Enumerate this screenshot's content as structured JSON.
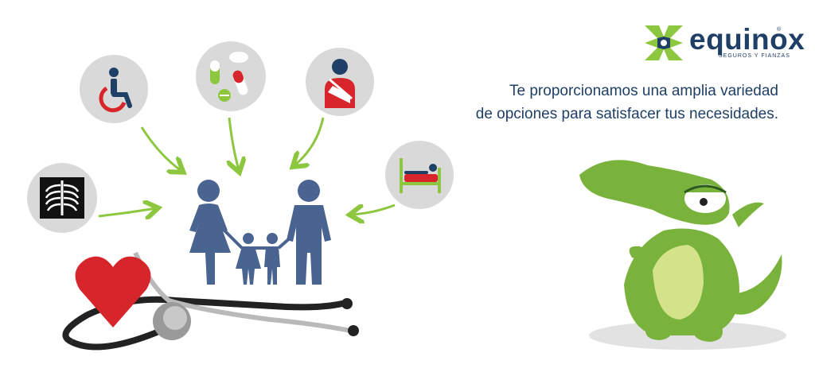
{
  "brand": {
    "name": "equinox",
    "tagline": "SEGUROS Y FIANZAS",
    "registered_mark": "®",
    "logo_colors": {
      "green": "#8dc63f",
      "blue": "#1f3f66"
    }
  },
  "headline": {
    "line1": "Te proporcionamos una amplia variedad",
    "line2": "de opciones para satisfacer tus necesidades."
  },
  "icons": [
    "wheelchair-icon",
    "pills-icon",
    "injured-arm-icon",
    "hospital-bed-icon",
    "xray-icon"
  ],
  "colors": {
    "circle_gray": "#d9d9d9",
    "family_blue": "#4a6491",
    "arrow_green": "#8dc63f",
    "heart_red": "#d7262b",
    "text_navy": "#1f3f66",
    "dragon_green": "#7ab33b"
  }
}
